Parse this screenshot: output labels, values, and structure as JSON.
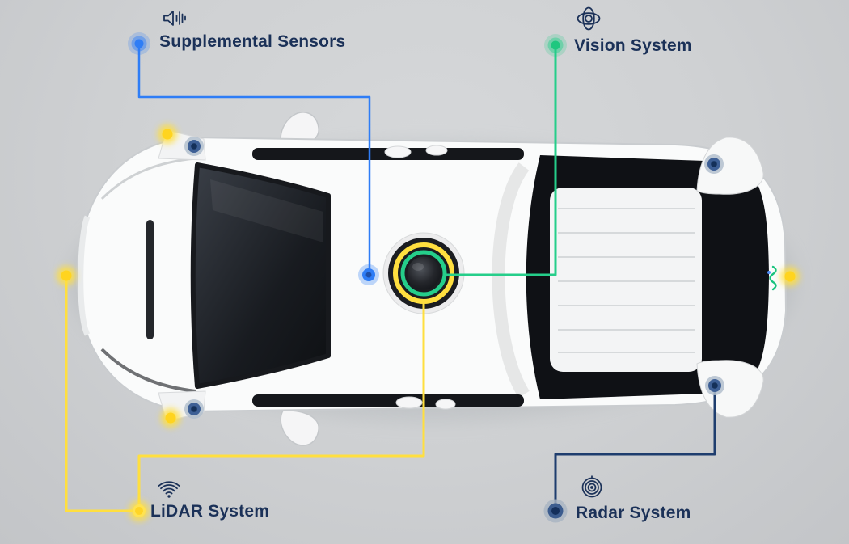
{
  "colors": {
    "background": "#cdd0d2",
    "label_text": "#1b3158",
    "supplemental": "#2e7df6",
    "vision": "#25ce8a",
    "lidar": "#ffdf3f",
    "radar": "#1e3d6e"
  },
  "callouts": [
    {
      "label": "Supplemental Sensors",
      "icon": "speaker-waves-icon",
      "color": "#2e7df6",
      "position": "top-left"
    },
    {
      "label": "Vision System",
      "icon": "gyroscope-icon",
      "color": "#25ce8a",
      "position": "top-right"
    },
    {
      "label": "LiDAR System",
      "icon": "lidar-signal-icon",
      "color": "#ffdf3f",
      "position": "bottom-left"
    },
    {
      "label": "Radar System",
      "icon": "radar-target-icon",
      "color": "#1e3d6e",
      "position": "bottom-right"
    }
  ]
}
